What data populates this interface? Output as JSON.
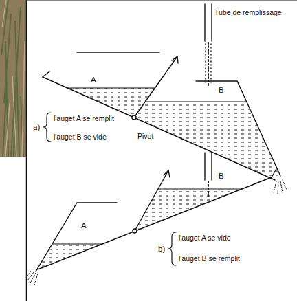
{
  "diagram": {
    "labels": [
      "Tube de remplissage",
      "a)",
      "l'auget A se remplit",
      "l'auget B se vide",
      "A",
      "Pivot",
      "B",
      "A",
      "B",
      "b)",
      "l'auget A se vide",
      "l'auget B se remplit"
    ]
  }
}
